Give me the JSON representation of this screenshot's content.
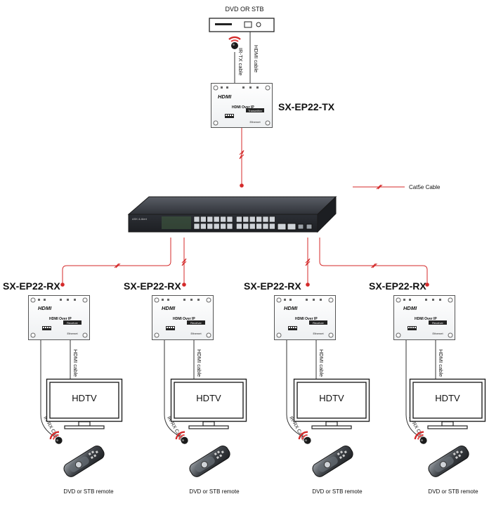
{
  "source": {
    "label": "DVD OR STB"
  },
  "transmitter": {
    "model": "SX-EP22-TX",
    "brand": "HDMI",
    "product": "HDMI Over IP",
    "role_badge": "Transmitter",
    "port_label": "Ethernet"
  },
  "tx_cables": {
    "hdmi": "HDMI cable",
    "ir_tx": "IR-TX cable"
  },
  "legend": {
    "cat5e_label": "Cat5e Cable"
  },
  "switch": {
    "brand_label": "ASK & Alert"
  },
  "receivers": [
    {
      "model": "SX-EP22-RX",
      "brand": "HDMI",
      "product": "HDMI Over IP",
      "role_badge": "Receiver",
      "port_label": "Ethernet",
      "hdmi_cable": "HDMI cable",
      "ir_cable": "IR-RX Cable",
      "tv_label": "HDTV",
      "remote_label": "DVD or STB remote"
    },
    {
      "model": "SX-EP22-RX",
      "brand": "HDMI",
      "product": "HDMI Over IP",
      "role_badge": "Receiver",
      "port_label": "Ethernet",
      "hdmi_cable": "HDMI cable",
      "ir_cable": "IR-RX Cable",
      "tv_label": "HDTV",
      "remote_label": "DVD or STB remote"
    },
    {
      "model": "SX-EP22-RX",
      "brand": "HDMI",
      "product": "HDMI Over IP",
      "role_badge": "Receiver",
      "port_label": "Ethernet",
      "hdmi_cable": "HDMI cable",
      "ir_cable": "IR-RX Cable",
      "tv_label": "HDTV",
      "remote_label": "DVD or STB remote"
    },
    {
      "model": "SX-EP22-RX",
      "brand": "HDMI",
      "product": "HDMI Over IP",
      "role_badge": "Receiver",
      "port_label": "Ethernet",
      "hdmi_cable": "HDMI cable",
      "ir_cable": "IR-RX Cable",
      "tv_label": "HDTV",
      "remote_label": "DVD or STB remote"
    }
  ],
  "colors": {
    "cable_red": "#d42a2a",
    "switch_body": "#3a3d44",
    "port": "#cfd3d8"
  }
}
